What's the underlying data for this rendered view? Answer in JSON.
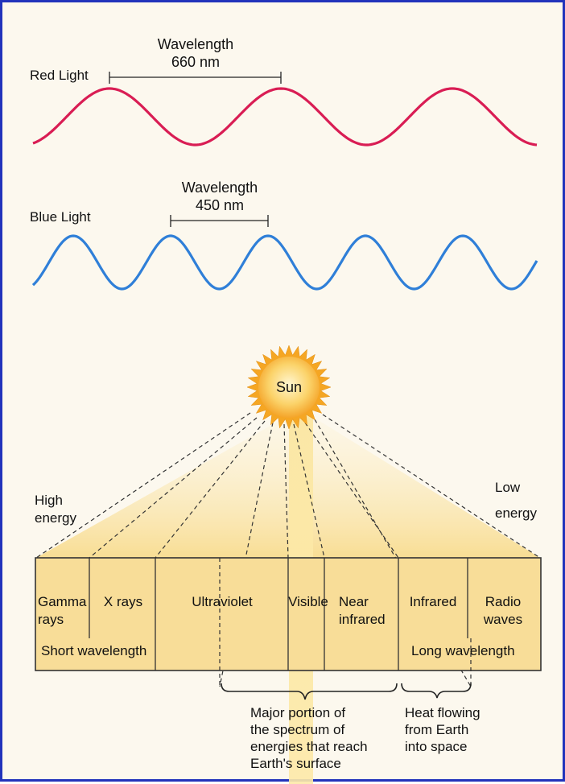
{
  "colors": {
    "frame_border": "#2233bb",
    "background": "#fcf8ee",
    "red_wave": "#d91d54",
    "blue_wave": "#2f7fd8",
    "sun": "#f7b733",
    "spectrum_box": "#f8dd98",
    "beam": "#fbe49c"
  },
  "red_light": {
    "label": "Red Light",
    "wavelength_title": "Wavelength",
    "wavelength_value": "660 nm"
  },
  "blue_light": {
    "label": "Blue Light",
    "wavelength_title": "Wavelength",
    "wavelength_value": "450 nm"
  },
  "sun": {
    "label": "Sun"
  },
  "energy": {
    "high_line1": "High",
    "high_line2": "energy",
    "low_line1": "Low",
    "low_line2": "energy"
  },
  "spectrum": {
    "gamma_line1": "Gamma",
    "gamma_line2": "rays",
    "xrays": "X rays",
    "ultraviolet": "Ultraviolet",
    "visible": "Visible",
    "near_ir_line1": "Near",
    "near_ir_line2": "infrared",
    "infrared": "Infrared",
    "radio_line1": "Radio",
    "radio_line2": "waves",
    "short_wavelength": "Short wavelength",
    "long_wavelength": "Long wavelength"
  },
  "annotations": {
    "major_line1": "Major portion of",
    "major_line2": "the spectrum of",
    "major_line3": "energies that reach",
    "major_line4": "Earth's surface",
    "heat_line1": "Heat flowing",
    "heat_line2": "from Earth",
    "heat_line3": "into space"
  }
}
